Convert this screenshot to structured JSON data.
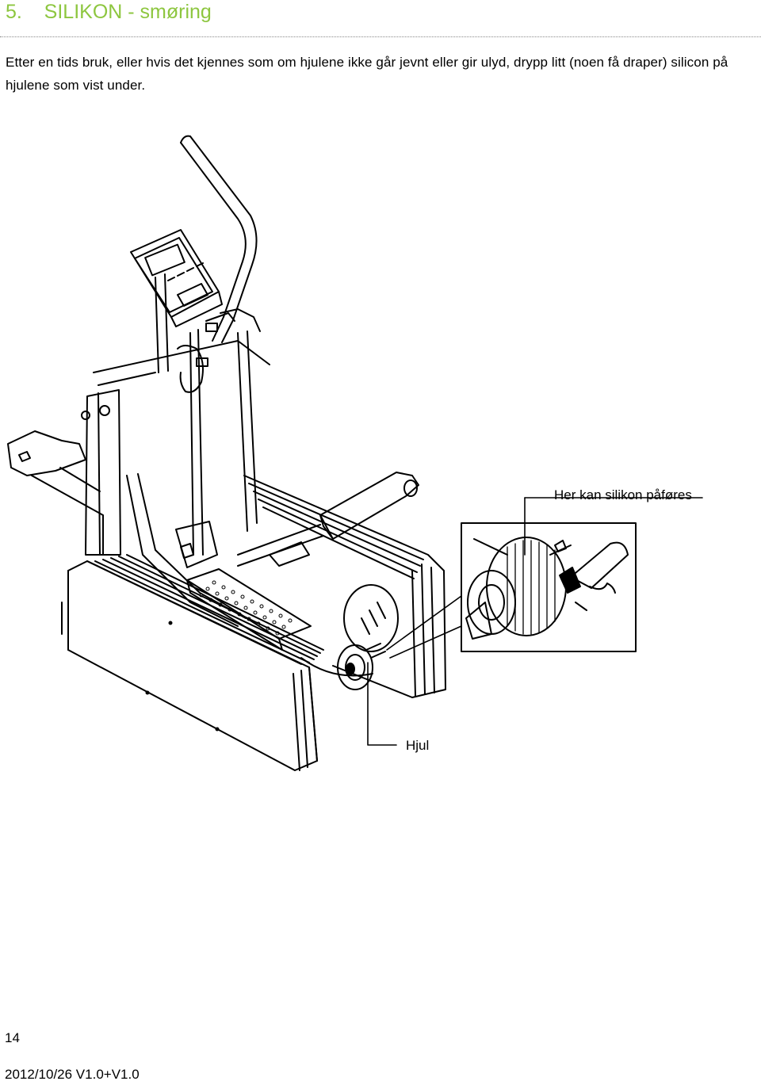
{
  "heading": {
    "number": "5.",
    "title": "SILIKON - smøring",
    "color": "#8dc63f"
  },
  "body": {
    "paragraph": "Etter en tids bruk, eller hvis det kjennes som om hjulene ikke går jevnt eller gir ulyd, drypp litt (noen få draper) silicon på hjulene som vist under."
  },
  "figure": {
    "subject": "elliptical-trainer-line-drawing",
    "callout_top": "Her kan silikon påføres",
    "callout_bottom": "Hjul"
  },
  "footer": {
    "page_number": "14",
    "version": "2012/10/26 V1.0+V1.0"
  }
}
